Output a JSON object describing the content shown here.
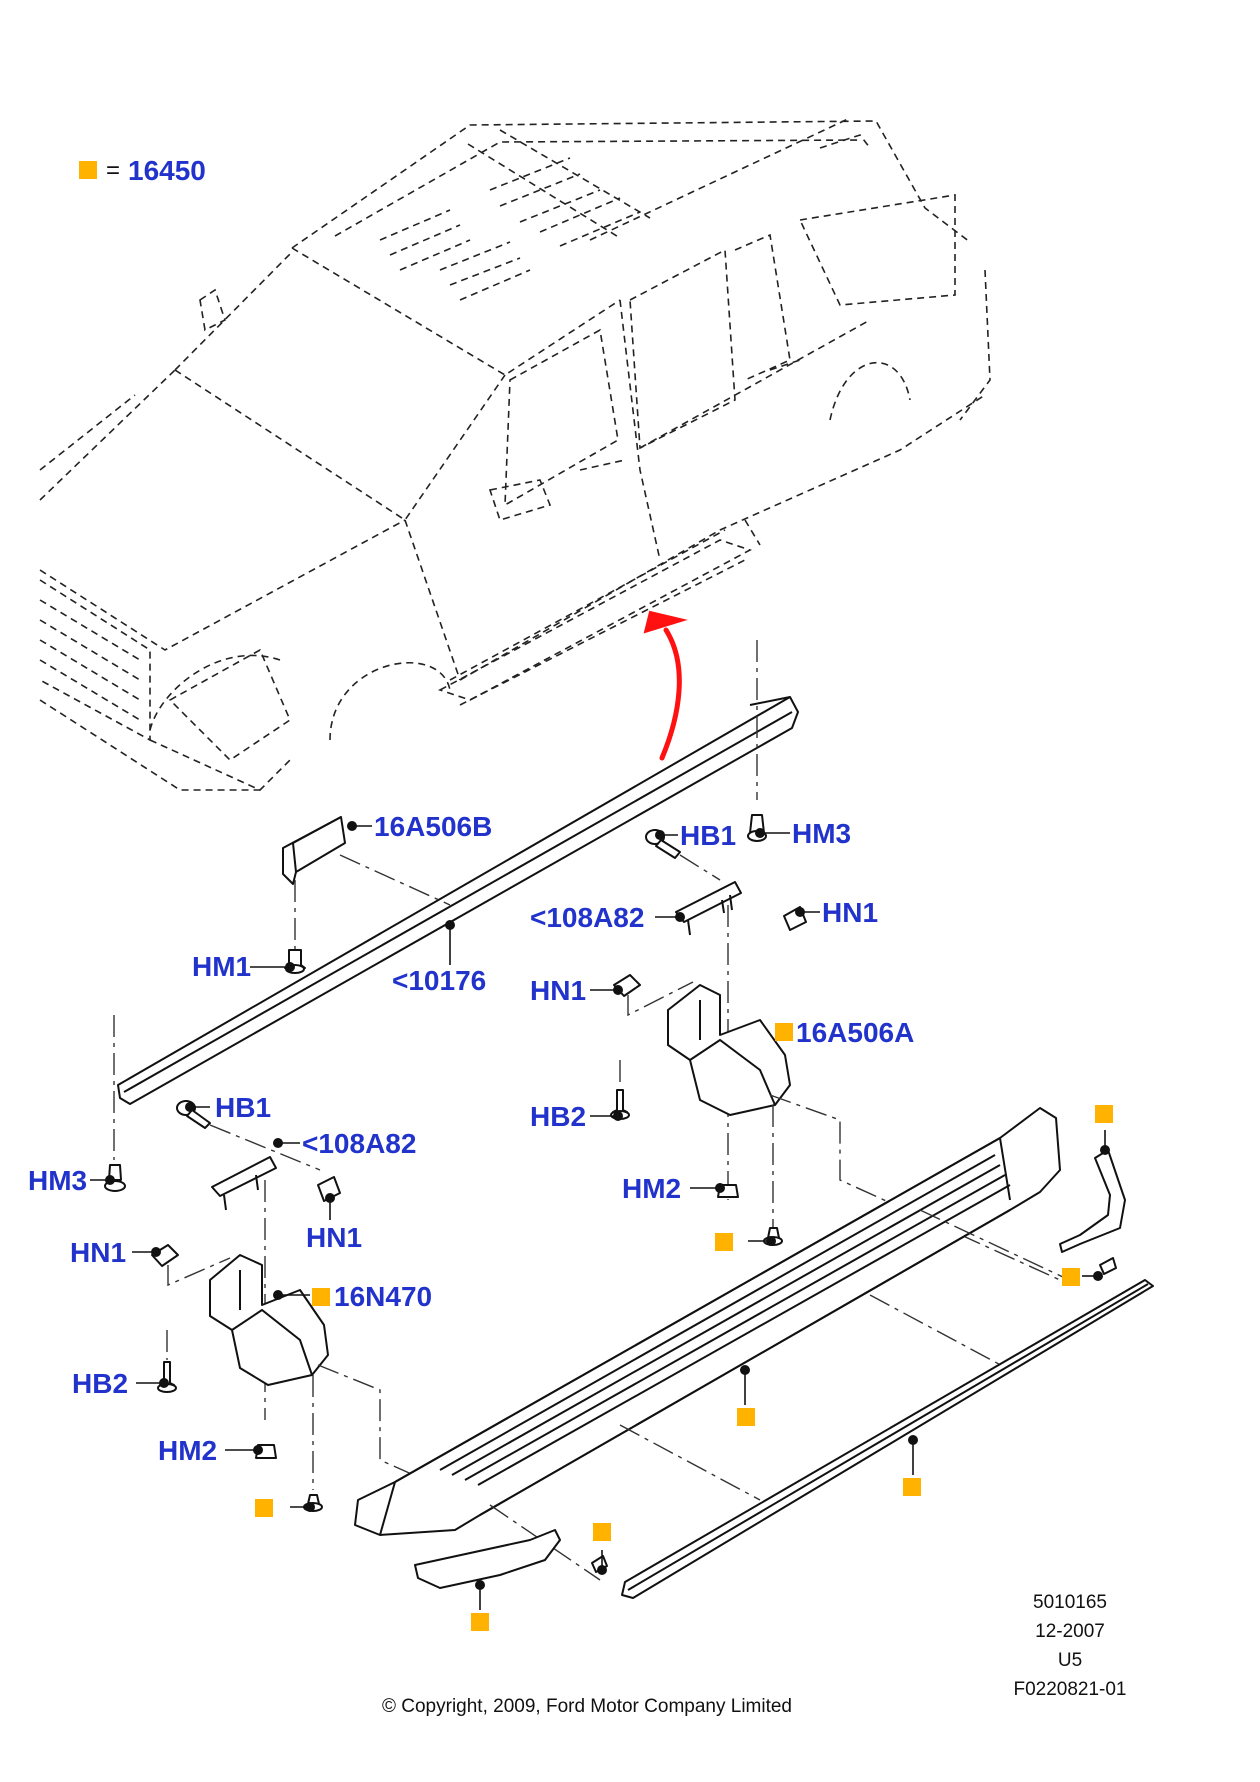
{
  "legend": {
    "equals": "=",
    "code": "16450",
    "marker_color": "#FFB300"
  },
  "colors": {
    "label": "#2233cc",
    "arrow": "#ff1111"
  },
  "labels": {
    "l16A506B": "16A506B",
    "lHB1a": "HB1",
    "lHM3a": "HM3",
    "l108A82a": "<108A82",
    "lHN1a": "HN1",
    "lHM1": "HM1",
    "l10176": "<10176",
    "lHN1b": "HN1",
    "l16A506A": "16A506A",
    "lHB1b": "HB1",
    "l108A82b": "<108A82",
    "lHB2a": "HB2",
    "lHM3b": "HM3",
    "lHM2a": "HM2",
    "lHN1c": "HN1",
    "lHN1d": "HN1",
    "l16N470": "16N470",
    "lHB2b": "HB2",
    "lHM2b": "HM2"
  },
  "meta": {
    "doc_number": "5010165",
    "date": "12-2007",
    "version": "U5",
    "figure_id": "F0220821-01",
    "copyright": "© Copyright, 2009, Ford Motor Company Limited"
  }
}
